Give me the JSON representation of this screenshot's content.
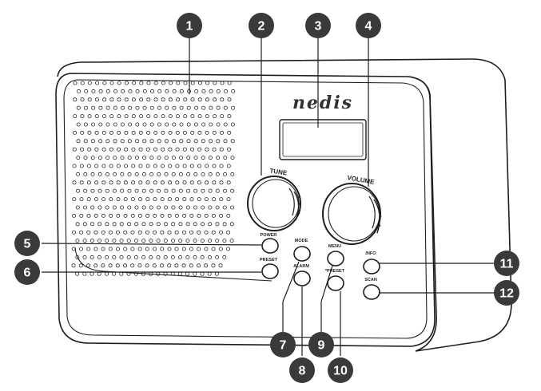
{
  "brand": "nedis",
  "knobs": {
    "tune": "TUNE",
    "volume": "VOLUME"
  },
  "buttons": {
    "power": "POWER",
    "preset": "PRESET",
    "mode": "MODE",
    "alarm": "ALARM",
    "menu": "MENU",
    "preset_save": "*PRESET",
    "info": "INFO",
    "scan": "SCAN"
  },
  "callouts": [
    "1",
    "2",
    "3",
    "4",
    "5",
    "6",
    "7",
    "8",
    "9",
    "10",
    "11",
    "12"
  ],
  "colors": {
    "callout": "#3a3a3a",
    "line": "#1e1e1e",
    "panel": "#ffffff"
  }
}
